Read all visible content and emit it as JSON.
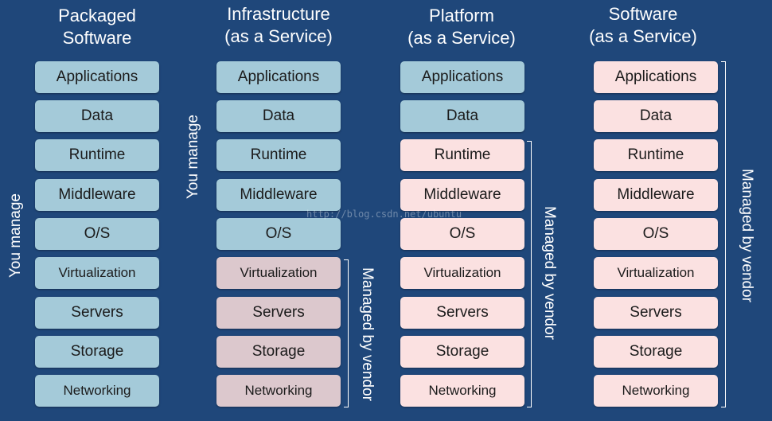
{
  "columns": [
    {
      "title_line1": "Packaged",
      "title_line2": "Software",
      "layers": [
        "Applications",
        "Data",
        "Runtime",
        "Middleware",
        "O/S",
        "Virtualization",
        "Servers",
        "Storage",
        "Networking"
      ],
      "vendor_from": 9
    },
    {
      "title_line1": "Infrastructure",
      "title_line2": "(as a Service)",
      "layers": [
        "Applications",
        "Data",
        "Runtime",
        "Middleware",
        "O/S",
        "Virtualization",
        "Servers",
        "Storage",
        "Networking"
      ],
      "vendor_from": 5
    },
    {
      "title_line1": "Platform",
      "title_line2": "(as a Service)",
      "layers": [
        "Applications",
        "Data",
        "Runtime",
        "Middleware",
        "O/S",
        "Virtualization",
        "Servers",
        "Storage",
        "Networking"
      ],
      "vendor_from": 2
    },
    {
      "title_line1": "Software",
      "title_line2": "(as a Service)",
      "layers": [
        "Applications",
        "Data",
        "Runtime",
        "Middleware",
        "O/S",
        "Virtualization",
        "Servers",
        "Storage",
        "Networking"
      ],
      "vendor_from": 0
    }
  ],
  "labels": {
    "you_manage": "You manage",
    "managed_by_vendor": "Managed by vendor"
  },
  "watermark": "http://blog.csdn.net/ubuntu",
  "colors": {
    "background": "#1f477a",
    "you_manage": "#a4cad9",
    "vendor_iaas": "#dcc8cd",
    "vendor": "#fbe1e1"
  }
}
